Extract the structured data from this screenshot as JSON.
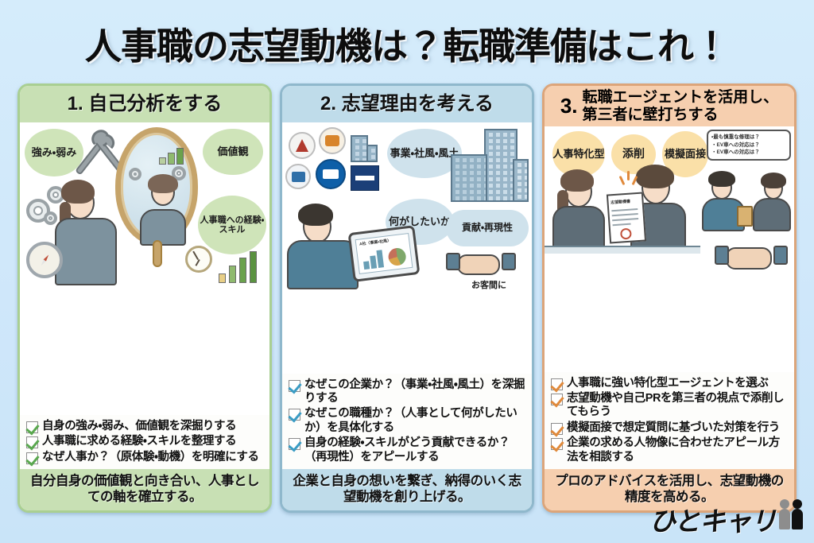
{
  "title": "人事職の志望動機は？転職準備はこれ！",
  "panels": [
    {
      "number": "1.",
      "heading": "1. 自己分析をする",
      "accent": "#c8e0b4",
      "bubbles": [
        "強み・弱み",
        "価値観",
        "人事職への経験・スキル"
      ],
      "bullets": [
        "自身の強み・弱み、価値観を深掘りする",
        "人事職に求める経験・スキルを整理する",
        "なぜ人事か？（原体験・動機）を明確にする"
      ],
      "footer": "自分自身の価値観と向き合い、人事としての軸を確立する。"
    },
    {
      "number": "2.",
      "heading": "2. 志望理由を考える",
      "accent": "#bfdcea",
      "bubbles": [
        "事業・社風・風土",
        "何がしたいか",
        "貢献・再現性"
      ],
      "caption": "お客間に",
      "tablet_label": "A社〈事業・社風〉",
      "bullets": [
        "なぜこの企業か？（事業・社風・風土）を深掘りする",
        "なぜこの職種か？（人事として何がしたいか）を具体化する",
        "自身の経験・スキルがどう貢献できるか？（再現性）をアピールする"
      ],
      "footer": "企業と自身の想いを繋ぎ、納得のいく志望動機を創り上げる。"
    },
    {
      "number": "3.",
      "heading_line1": "転職エージェントを活用し、",
      "heading_line2": "第三者に壁打ちする",
      "accent": "#f6cfaf",
      "bubbles": [
        "人事特化型",
        "添削",
        "模擬面接"
      ],
      "note_lines": [
        "・最も慎重な修理は？",
        "・EV車への対応は？",
        "・EV車への対応は？"
      ],
      "doc_label": "志望動機書",
      "bullets": [
        "人事職に強い特化型エージェントを選ぶ",
        "志望動機や自己PRを第三者の視点で添削してもらう",
        "模擬面接で想定質問に基づいた対策を行う",
        "企業の求める人物像に合わせたアピール方法を相談する"
      ],
      "footer": "プロのアドバイスを活用し、志望動機の精度を高める。"
    }
  ],
  "brand": {
    "name": "ひとキャリ"
  }
}
